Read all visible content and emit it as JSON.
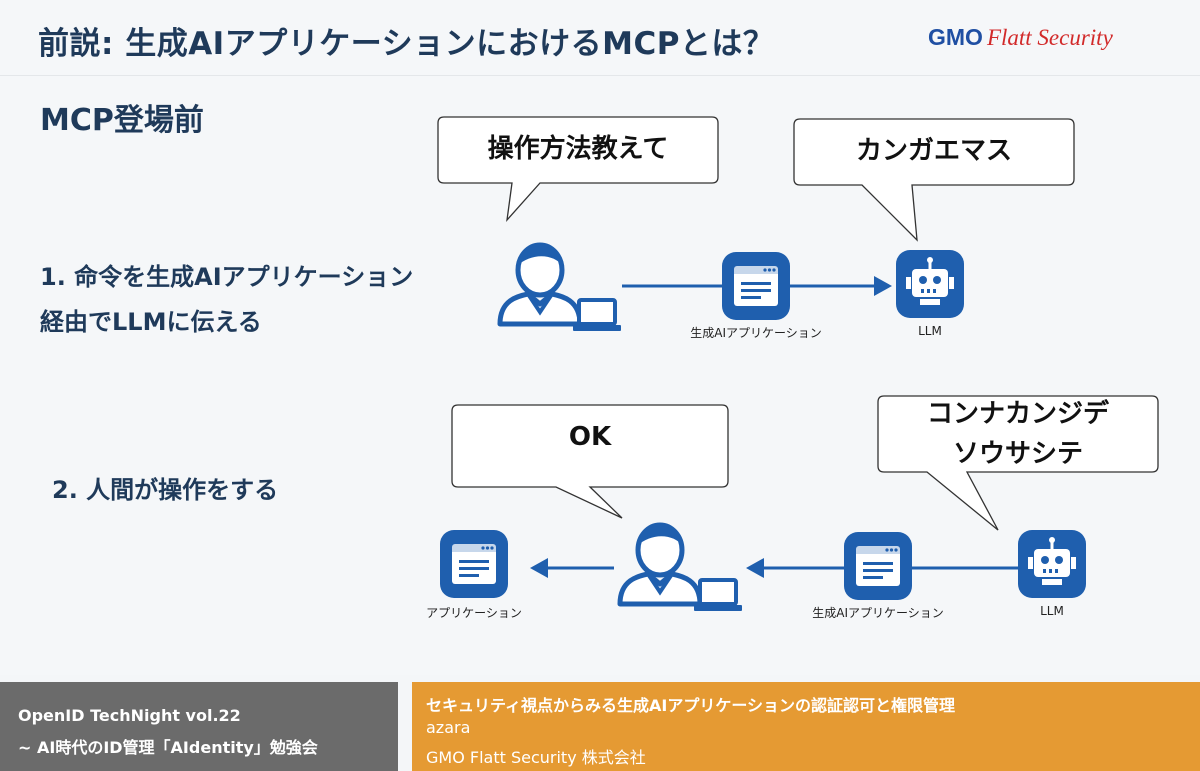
{
  "slide": {
    "title": "前説: 生成AIアプリケーションにおけるMCPとは？",
    "logo": {
      "brand": "GMO",
      "product": "Flatt Security"
    },
    "subtitle": "MCP登場前",
    "step1": {
      "line1": "1. 命令を生成AIアプリケーション",
      "line2": "経由でLLMに伝える"
    },
    "step2": {
      "label": "2. 人間が操作をする"
    },
    "bubbles": {
      "user_ask": "操作方法教えて",
      "llm_answer": "カンガエマス",
      "user_ok": "OK",
      "llm_line1": "コンナカンジデ",
      "llm_line2": "ソウサシテ"
    },
    "captions": {
      "genai_app_1": "生成AIアプリケーション",
      "llm_1": "LLM",
      "app": "アプリケーション",
      "genai_app_2": "生成AIアプリケーション",
      "llm_2": "LLM"
    },
    "colors": {
      "accent": "#1f5fae",
      "title": "#1f3a5a"
    },
    "icons": [
      "person-laptop-icon",
      "app-window-icon",
      "robot-icon",
      "arrow-right-icon",
      "arrow-left-icon"
    ]
  },
  "footer": {
    "event_line1": "OpenID TechNight vol.22",
    "event_line2": "~ AI時代のID管理「AIdentity」勉強会",
    "talk_title": "セキュリティ視点からみる生成AIアプリケーションの認証認可と権限管理",
    "speaker": "azara",
    "company": "GMO Flatt Security 株式会社"
  }
}
